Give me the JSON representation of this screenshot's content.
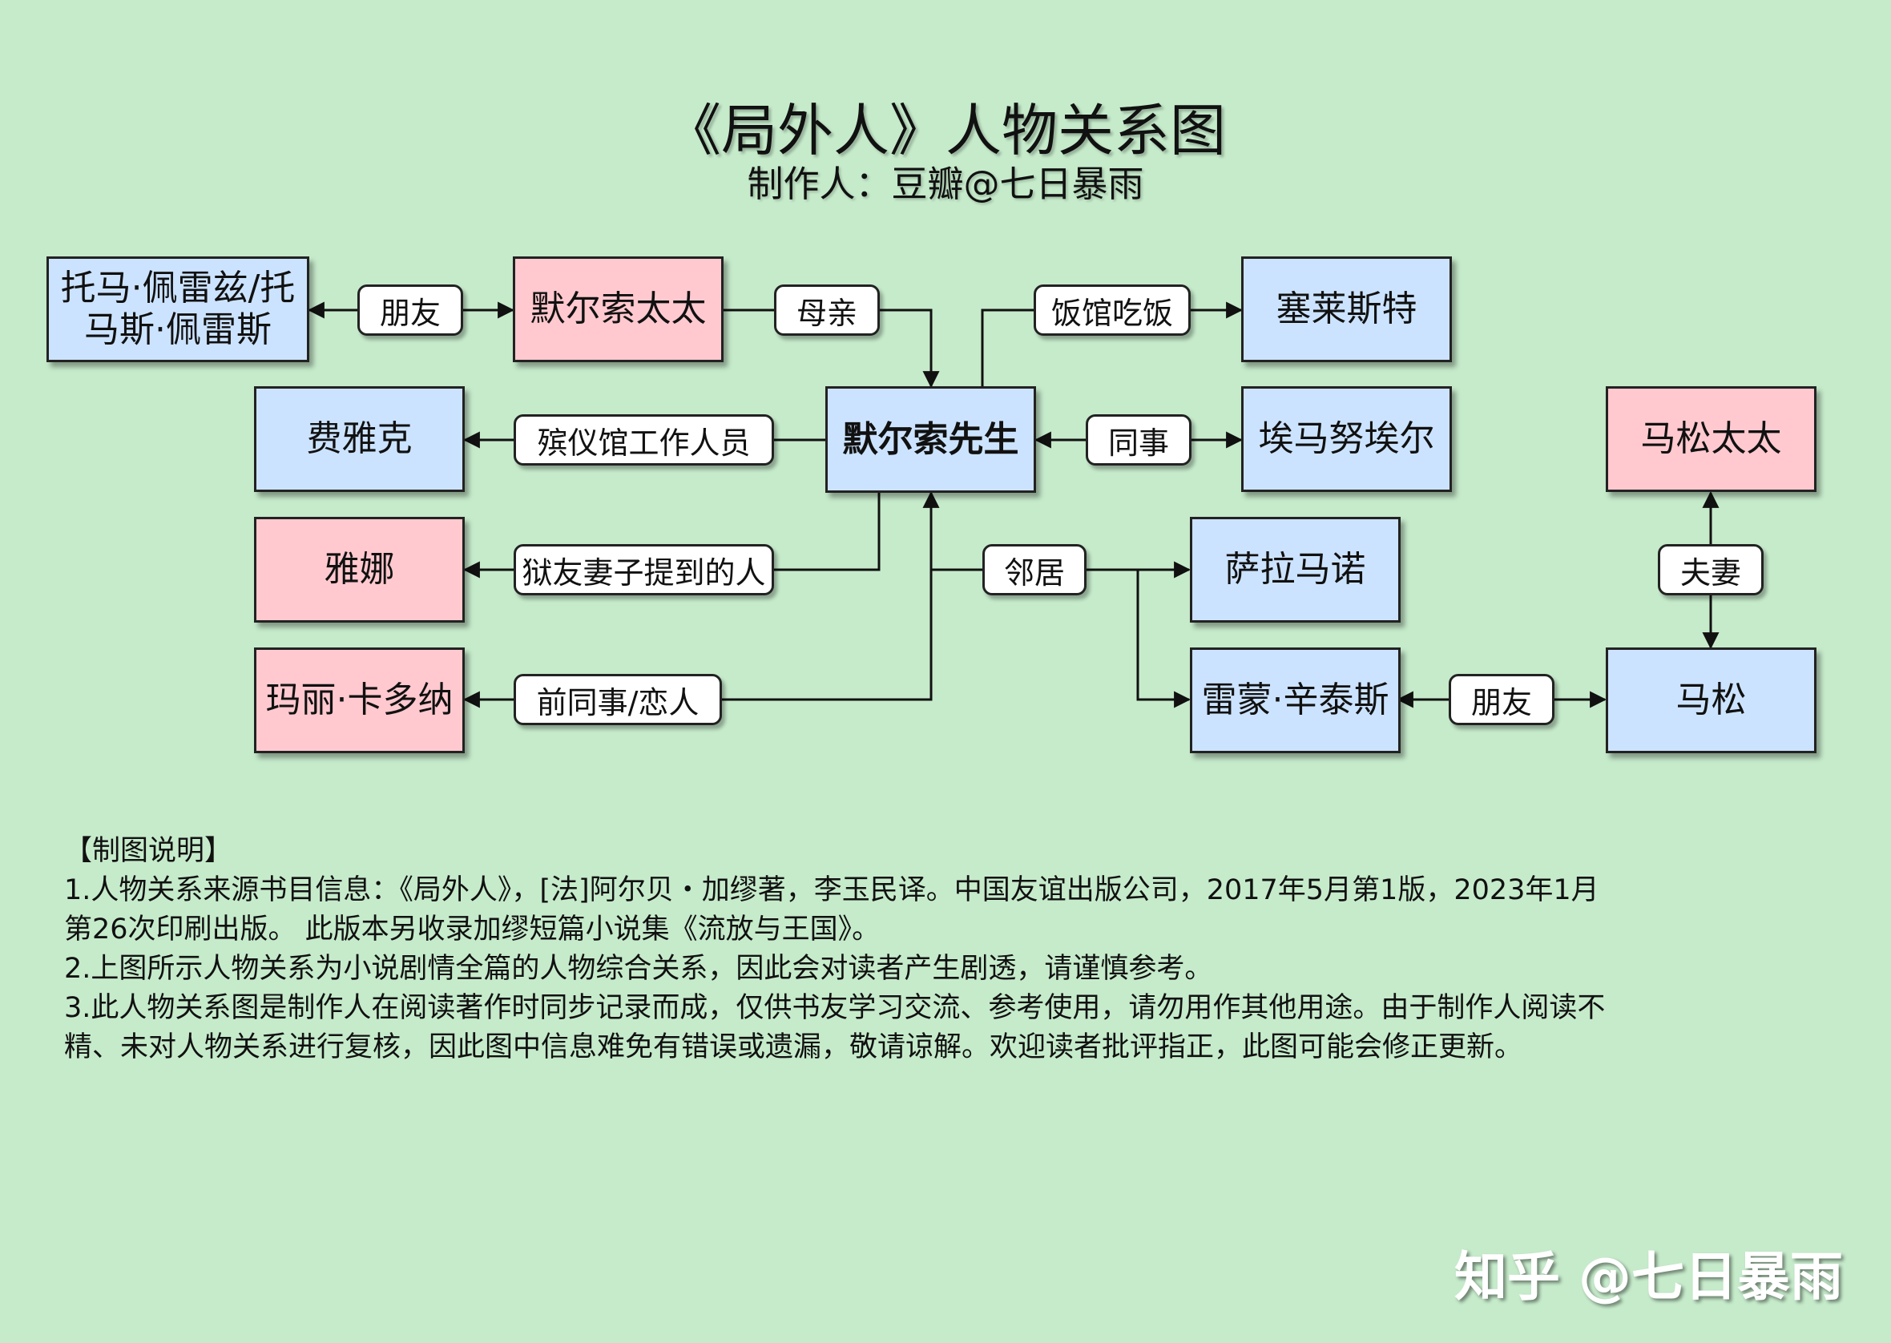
{
  "title": "《局外人》人物关系图",
  "subtitle": "制作人：豆瓣@七日暴雨",
  "colors": {
    "background": "#c6ebcb",
    "male": "#cce3ff",
    "female": "#ffc9cf",
    "label": "#ffffff"
  },
  "nodes": {
    "thomas": {
      "lines": [
        "托马·佩雷兹/托",
        "马斯·佩雷斯"
      ]
    },
    "mrs_meursault": "默尔索太太",
    "celeste": "塞莱斯特",
    "fayak": "费雅克",
    "meursault": "默尔索先生",
    "emmanuel": "埃马努埃尔",
    "mrs_masson": "马松太太",
    "yana": "雅娜",
    "salamano": "萨拉马诺",
    "marie": "玛丽·卡多纳",
    "raymond": "雷蒙·辛泰斯",
    "masson": "马松"
  },
  "labels": {
    "friend_top": "朋友",
    "mother": "母亲",
    "restaurant": "饭馆吃饭",
    "funeral": "殡仪馆工作人员",
    "colleague": "同事",
    "inmate_wife": "狱友妻子提到的人",
    "neighbor": "邻居",
    "couple": "夫妻",
    "former": "前同事/恋人",
    "friend_bottom": "朋友"
  },
  "notes": {
    "heading": "【制图说明】",
    "lines": [
      "1.人物关系来源书目信息：《局外人》，[法]阿尔贝・加缪著，李玉民译。中国友谊出版公司，2017年5月第1版，2023年1月",
      "第26次印刷出版。 此版本另收录加缪短篇小说集《流放与王国》。",
      "2.上图所示人物关系为小说剧情全篇的人物综合关系，因此会对读者产生剧透，请谨慎参考。",
      "3.此人物关系图是制作人在阅读著作时同步记录而成，仅供书友学习交流、参考使用，请勿用作其他用途。由于制作人阅读不",
      "精、未对人物关系进行复核，因此图中信息难免有错误或遗漏，敬请谅解。欢迎读者批评指正，此图可能会修正更新。"
    ]
  },
  "watermark": "知乎 @七日暴雨"
}
